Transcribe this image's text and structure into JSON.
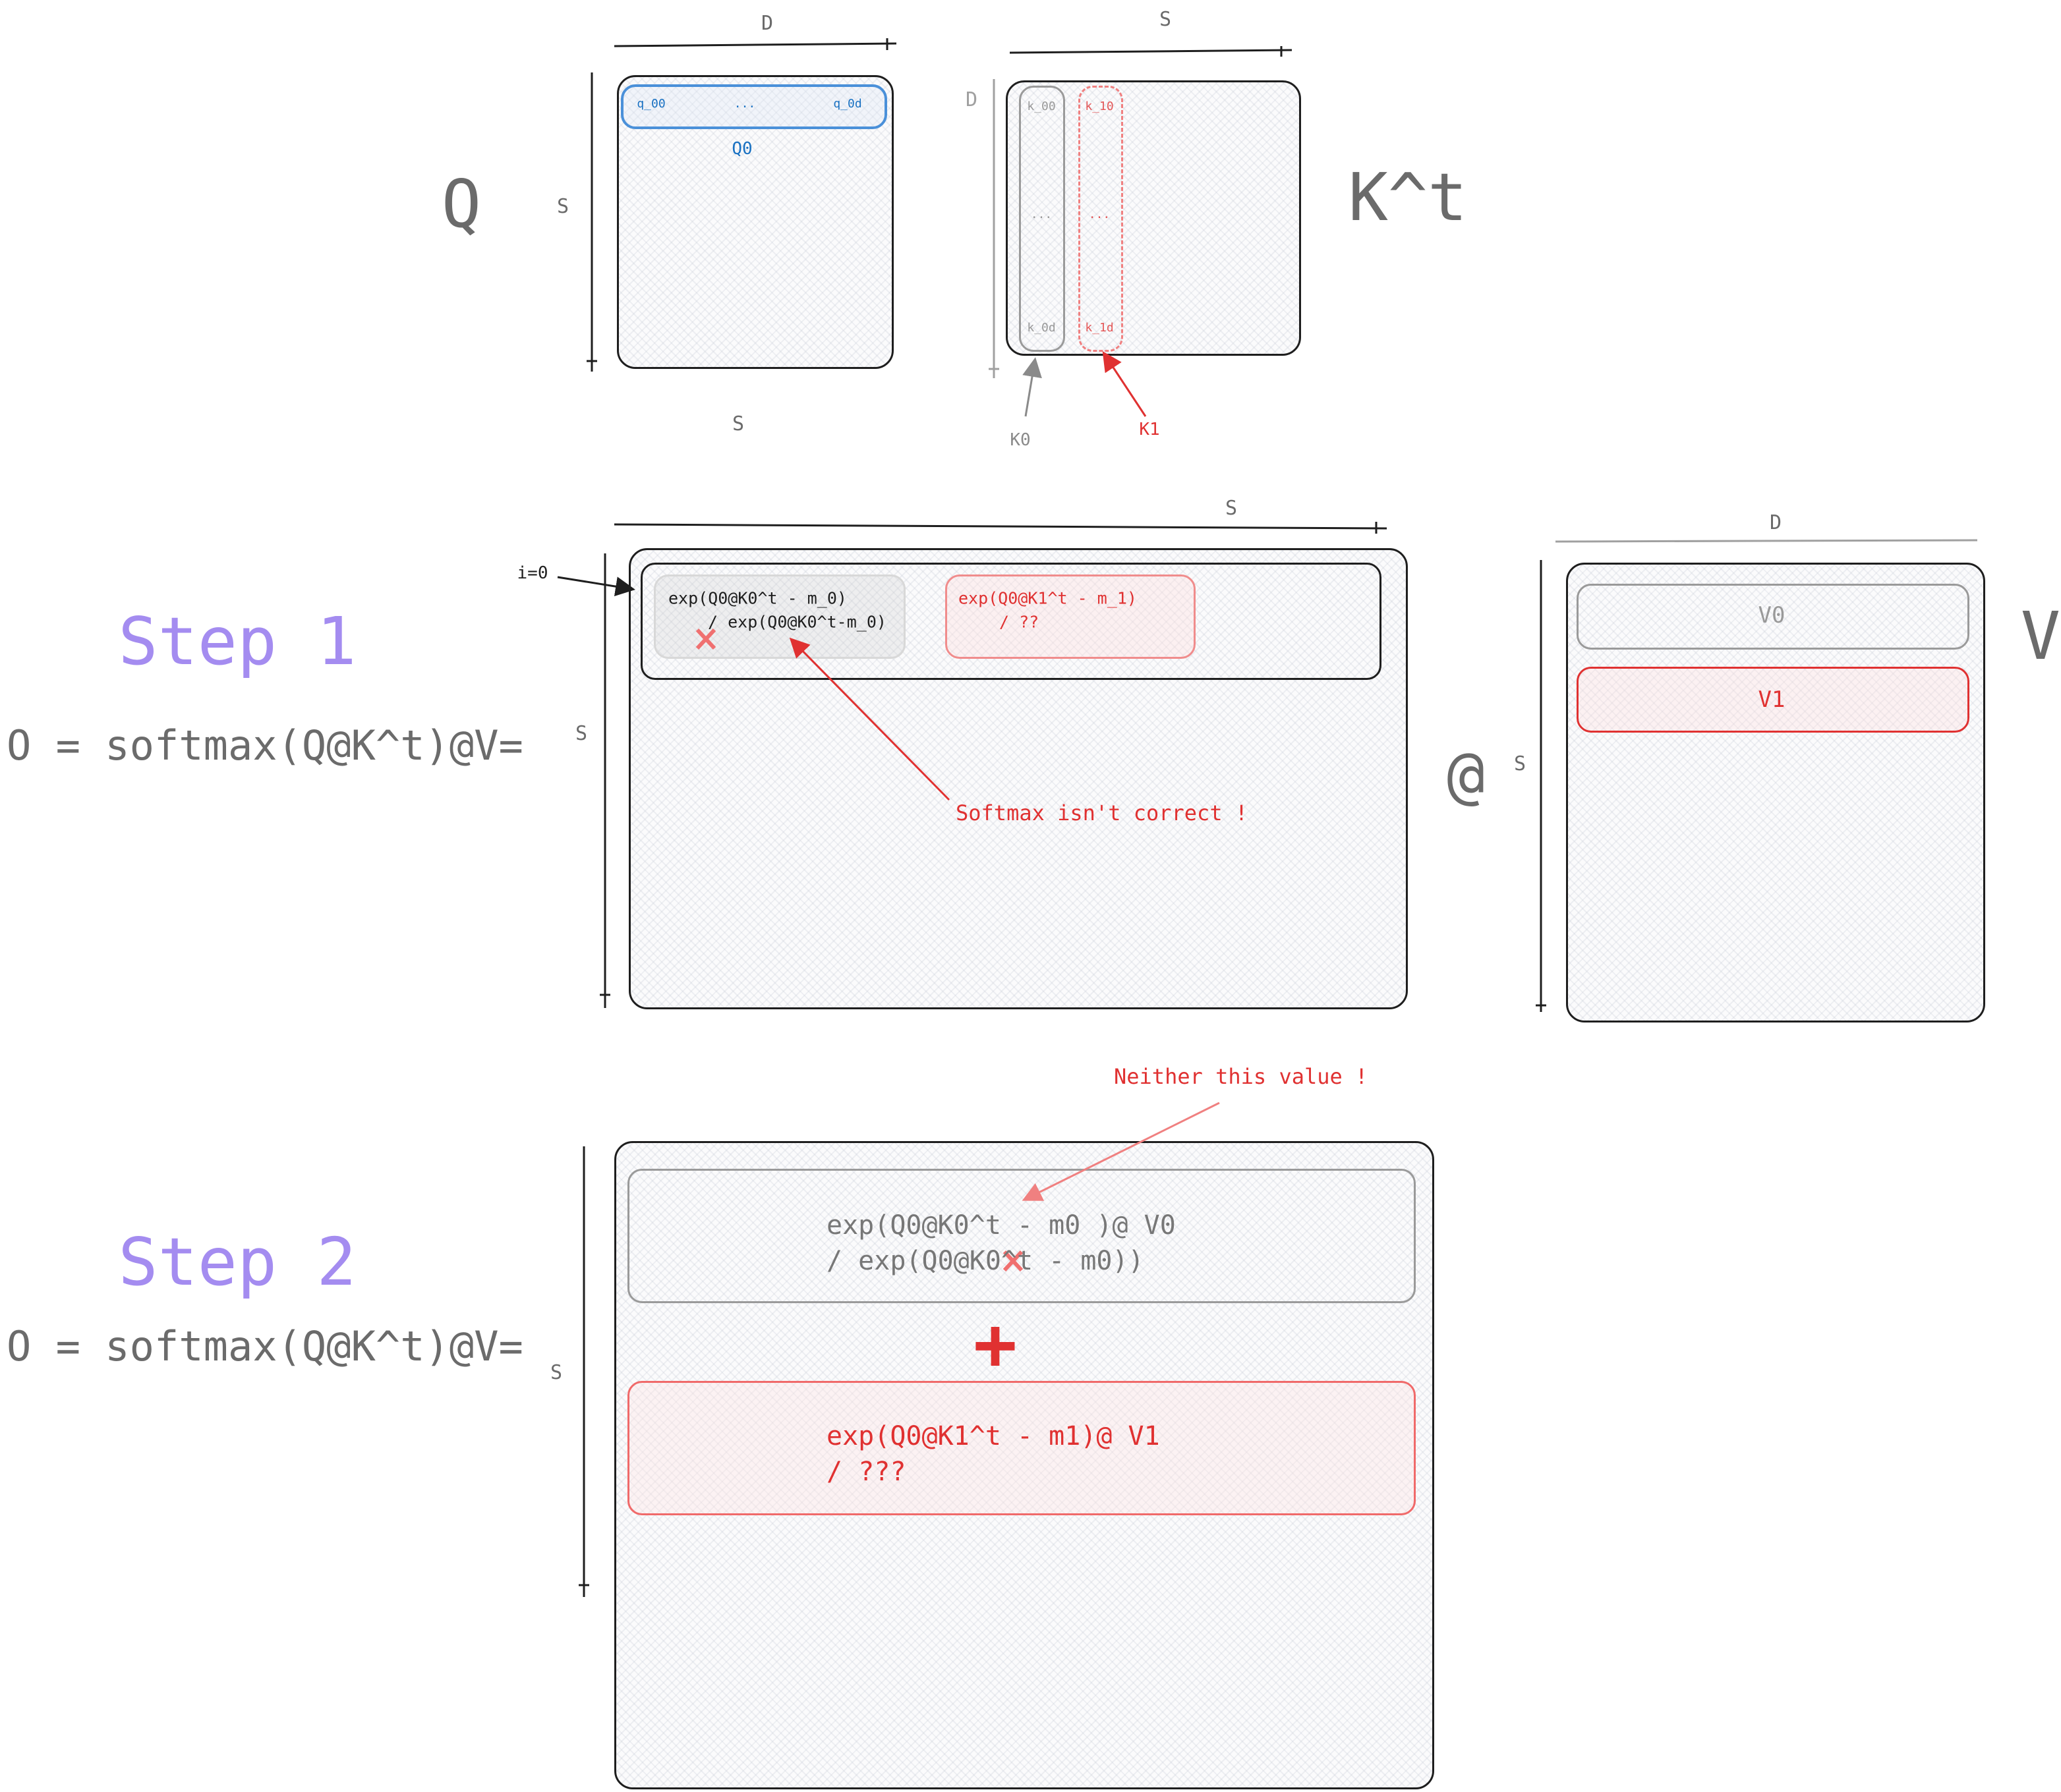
{
  "top": {
    "q_label": "Q",
    "q_dim_top": "D",
    "q_dim_left": "S",
    "q_dim_bottom": "S",
    "q_row": {
      "first": "q_00",
      "mid": "...",
      "last": "q_0d",
      "name": "Q0"
    },
    "k_label": "K^t",
    "k_dim_top": "S",
    "k_dim_left": "D",
    "k0_col": {
      "first": "k_00",
      "mid": "...",
      "last": "k_0d",
      "name": "K0"
    },
    "k1_col": {
      "first": "k_10",
      "mid": "...",
      "last": "k_1d",
      "name": "K1"
    }
  },
  "step1": {
    "title": "Step 1",
    "formula": "O = softmax(Q@K^t)@V=",
    "dim_top": "S",
    "dim_left": "S",
    "row_index": "i=0",
    "cell0": {
      "line1": "exp(Q0@K0^t - m_0)",
      "line2": "/ exp(Q0@K0^t-m_0)"
    },
    "cell1": {
      "line1": "exp(Q0@K1^t - m_1)",
      "line2": "/ ??"
    },
    "note": "Softmax isn't correct !",
    "at": "@",
    "v_label": "V",
    "v_dim_top": "D",
    "v_dim_left": "S",
    "v_rows": [
      "V0",
      "V1"
    ]
  },
  "step2": {
    "title": "Step 2",
    "formula": "O = softmax(Q@K^t)@V=",
    "dim_left": "S",
    "note": "Neither this value !",
    "term0": {
      "line1": "exp(Q0@K0^t - m0 )@ V0",
      "line2": "/ exp(Q0@K0^t - m0))"
    },
    "plus": "+",
    "term1": {
      "line1": "exp(Q0@K1^t - m1)@ V1",
      "line2": "/ ???"
    }
  },
  "colors": {
    "accent_red": "#e03131",
    "blue": "#1971c2",
    "lavender": "#a48cf0",
    "gray": "#6b6b6b"
  }
}
